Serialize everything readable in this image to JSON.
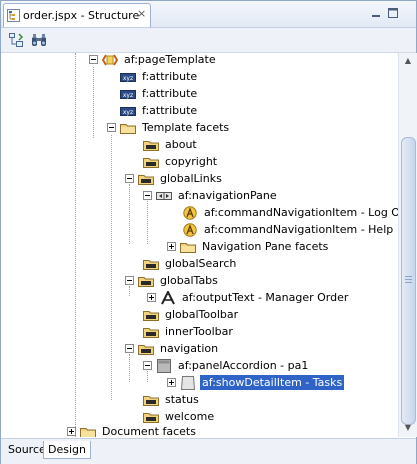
{
  "window": {
    "tab_title": "order.jspx - Structure",
    "close_glyph": "×"
  },
  "toolbar": {
    "buttons": [
      {
        "icon": "freeze-view-icon"
      },
      {
        "icon": "binoculars-icon"
      }
    ]
  },
  "tree": {
    "nodes": [
      {
        "label": "af:pageTemplate",
        "icon": "page-template-icon",
        "expander": "minus"
      },
      {
        "label": "f:attribute",
        "icon": "xml-attribute-icon",
        "expander": "none"
      },
      {
        "label": "f:attribute",
        "icon": "xml-attribute-icon",
        "expander": "none"
      },
      {
        "label": "f:attribute",
        "icon": "xml-attribute-icon",
        "expander": "none"
      },
      {
        "label": "Template facets",
        "icon": "folder-icon",
        "expander": "minus"
      },
      {
        "label": "about",
        "icon": "facet-folder-icon",
        "expander": "none"
      },
      {
        "label": "copyright",
        "icon": "facet-folder-icon",
        "expander": "none"
      },
      {
        "label": "globalLinks",
        "icon": "facet-folder-icon",
        "expander": "minus"
      },
      {
        "label": "af:navigationPane",
        "icon": "navigation-pane-icon",
        "expander": "minus"
      },
      {
        "label": "af:commandNavigationItem - Log Out",
        "icon": "command-navigation-item-icon",
        "expander": "none"
      },
      {
        "label": "af:commandNavigationItem - Help",
        "icon": "command-navigation-item-icon",
        "expander": "none"
      },
      {
        "label": "Navigation Pane facets",
        "icon": "folder-icon",
        "expander": "plus"
      },
      {
        "label": "globalSearch",
        "icon": "facet-folder-icon",
        "expander": "none"
      },
      {
        "label": "globalTabs",
        "icon": "facet-folder-icon",
        "expander": "minus"
      },
      {
        "label": "af:outputText - Manager Order",
        "icon": "output-text-icon",
        "expander": "plus"
      },
      {
        "label": "globalToolbar",
        "icon": "facet-folder-icon",
        "expander": "none"
      },
      {
        "label": "innerToolbar",
        "icon": "facet-folder-icon",
        "expander": "none"
      },
      {
        "label": "navigation",
        "icon": "facet-folder-icon",
        "expander": "minus"
      },
      {
        "label": "af:panelAccordion - pa1",
        "icon": "panel-accordion-icon",
        "expander": "minus"
      },
      {
        "label": "af:showDetailItem - Tasks",
        "icon": "show-detail-item-icon",
        "expander": "plus",
        "selected": true
      },
      {
        "label": "status",
        "icon": "facet-folder-icon",
        "expander": "none"
      },
      {
        "label": "welcome",
        "icon": "facet-folder-icon",
        "expander": "none"
      },
      {
        "label": "Document facets",
        "icon": "folder-icon",
        "expander": "plus"
      }
    ]
  },
  "bottom_tabs": [
    {
      "label": "Source",
      "active": false
    },
    {
      "label": "Design",
      "active": true
    }
  ],
  "colors": {
    "selection": "#2f63c7",
    "folder": "#f2d27a",
    "accent": "#3a6ea5"
  }
}
